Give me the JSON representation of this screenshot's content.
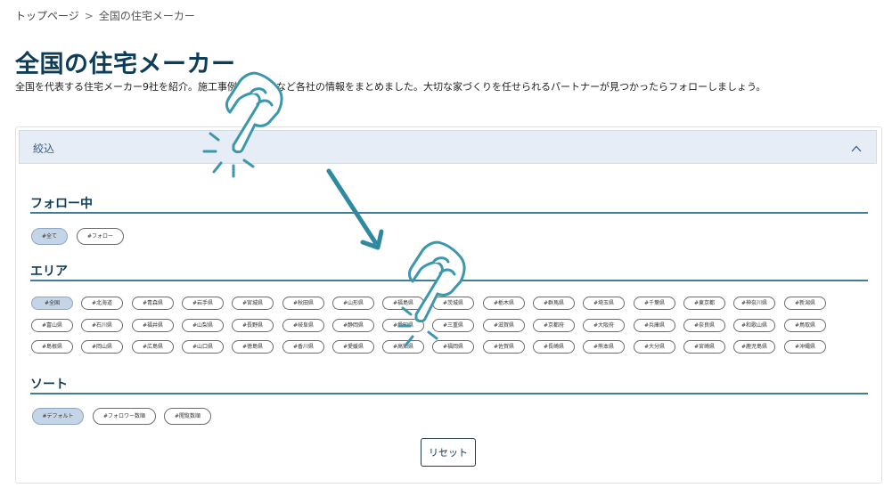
{
  "breadcrumb": {
    "home": "トップページ",
    "separator": ">",
    "current": "全国の住宅メーカー"
  },
  "page": {
    "title": "全国の住宅メーカー",
    "description": "全国を代表する住宅メーカー9社を紹介。施工事例や口コミなど各社の情報をまとめました。大切な家づくりを任せられるパートナーが見つかったらフォローしましょう。"
  },
  "filter": {
    "header_label": "絞込",
    "follow": {
      "title": "フォロー中",
      "chips": [
        {
          "label": "#全て",
          "active": true
        },
        {
          "label": "#フォロー",
          "active": false
        }
      ]
    },
    "area": {
      "title": "エリア",
      "chips": [
        {
          "label": "#全国",
          "active": true
        },
        {
          "label": "#北海道",
          "active": false
        },
        {
          "label": "#青森県",
          "active": false
        },
        {
          "label": "#岩手県",
          "active": false
        },
        {
          "label": "#宮城県",
          "active": false
        },
        {
          "label": "#秋田県",
          "active": false
        },
        {
          "label": "#山形県",
          "active": false
        },
        {
          "label": "#福島県",
          "active": false
        },
        {
          "label": "#茨城県",
          "active": false
        },
        {
          "label": "#栃木県",
          "active": false
        },
        {
          "label": "#群馬県",
          "active": false
        },
        {
          "label": "#埼玉県",
          "active": false
        },
        {
          "label": "#千葉県",
          "active": false
        },
        {
          "label": "#東京都",
          "active": false
        },
        {
          "label": "#神奈川県",
          "active": false
        },
        {
          "label": "#新潟県",
          "active": false
        },
        {
          "label": "#富山県",
          "active": false
        },
        {
          "label": "#石川県",
          "active": false
        },
        {
          "label": "#福井県",
          "active": false
        },
        {
          "label": "#山梨県",
          "active": false
        },
        {
          "label": "#長野県",
          "active": false
        },
        {
          "label": "#岐阜県",
          "active": false
        },
        {
          "label": "#静岡県",
          "active": false
        },
        {
          "label": "#愛知県",
          "active": false
        },
        {
          "label": "#三重県",
          "active": false
        },
        {
          "label": "#滋賀県",
          "active": false
        },
        {
          "label": "#京都府",
          "active": false
        },
        {
          "label": "#大阪府",
          "active": false
        },
        {
          "label": "#兵庫県",
          "active": false
        },
        {
          "label": "#奈良県",
          "active": false
        },
        {
          "label": "#和歌山県",
          "active": false
        },
        {
          "label": "#鳥取県",
          "active": false
        },
        {
          "label": "#島根県",
          "active": false
        },
        {
          "label": "#岡山県",
          "active": false
        },
        {
          "label": "#広島県",
          "active": false
        },
        {
          "label": "#山口県",
          "active": false
        },
        {
          "label": "#徳島県",
          "active": false
        },
        {
          "label": "#香川県",
          "active": false
        },
        {
          "label": "#愛媛県",
          "active": false
        },
        {
          "label": "#高知県",
          "active": false
        },
        {
          "label": "#福岡県",
          "active": false
        },
        {
          "label": "#佐賀県",
          "active": false
        },
        {
          "label": "#長崎県",
          "active": false
        },
        {
          "label": "#熊本県",
          "active": false
        },
        {
          "label": "#大分県",
          "active": false
        },
        {
          "label": "#宮崎県",
          "active": false
        },
        {
          "label": "#鹿児島県",
          "active": false
        },
        {
          "label": "#沖縄県",
          "active": false
        }
      ]
    },
    "sort": {
      "title": "ソート",
      "chips": [
        {
          "label": "#デフォルト",
          "active": true
        },
        {
          "label": "#フォロワー数順",
          "active": false
        },
        {
          "label": "#閲覧数順",
          "active": false
        }
      ]
    },
    "reset_label": "リセット"
  },
  "colors": {
    "heading": "#0e3d58",
    "rule": "#3f7d98",
    "panel_header_bg": "#e6edf7",
    "chip_active_bg": "#c5d5e8",
    "overlay_teal": "#3a97ad"
  },
  "overlay_icons": [
    "pointing-hand-icon",
    "tap-burst-icon",
    "arrow-down-right-icon",
    "pointing-hand-icon"
  ]
}
